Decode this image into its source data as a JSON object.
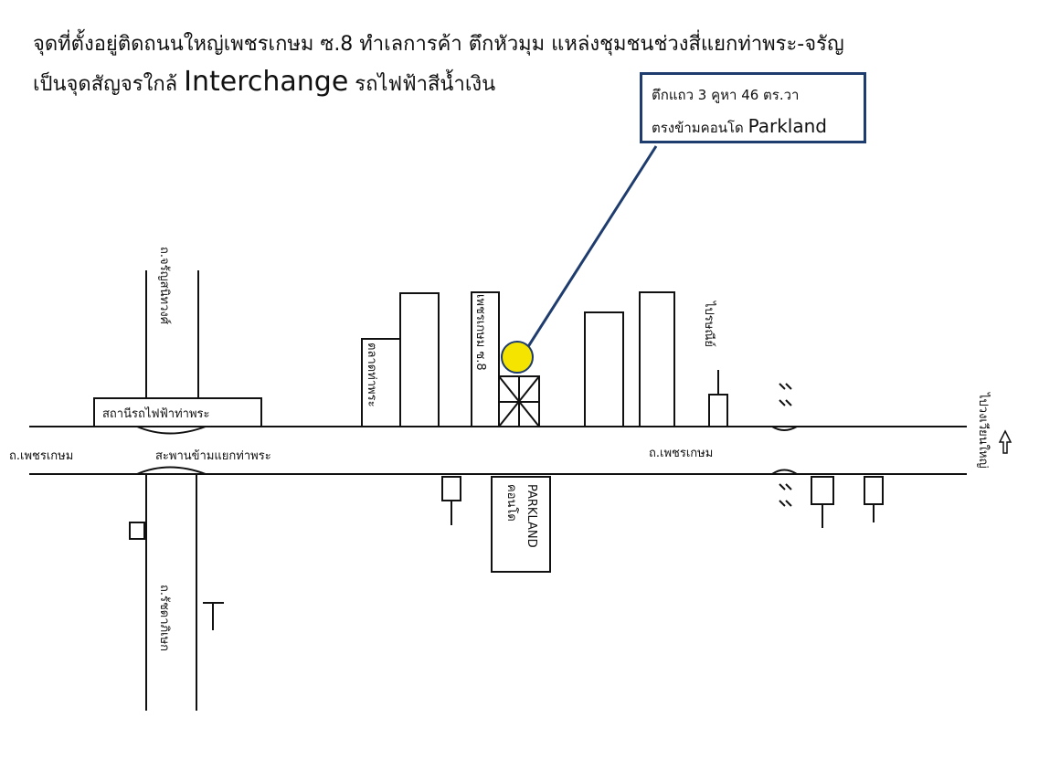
{
  "header": {
    "line1": "จุดที่ตั้งอยู่ติดถนนใหญ่เพชรเกษม ซ.8 ทำเลการค้า ตึกหัวมุม แหล่งชุมชนช่วงสี่แยกท่าพระ-จรัญ",
    "line2_prefix": "เป็นจุดสัญจรใกล้ ",
    "line2_big": "Interchange",
    "line2_suffix": " รถไฟฟ้าสีน้ำเงิน"
  },
  "callout": {
    "line1": "ตึกแถว 3 คูหา 46 ตร.วา",
    "line2_prefix": "ตรงข้ามคอนโด ",
    "line2_big": "Parkland"
  },
  "map_labels": {
    "station": "สถานีรถไฟฟ้าท่าพระ",
    "road_main_left": "ถ.เพชรเกษม",
    "road_main_right": "ถ.เพชรเกษม",
    "bridge": "สะพานข้ามแยกท่าพระ",
    "road_charan": "ถ.จรัญสนิทวงศ์",
    "road_ratchada": "ถ.รัชดาภิเษก",
    "condo_line1": "คอนโด",
    "condo_line2": "PARKLAND",
    "soi8": "เพชรเกษม ซ.8",
    "market": "ตลาดท่าพระ",
    "post_office": "ไปรษณีย์",
    "right_end": "ไปวงเวียนใหญ่"
  },
  "colors": {
    "callout_border": "#1f3c6e",
    "marker_fill": "#f5e400",
    "marker_stroke": "#1f3c6e",
    "ink": "#111111"
  }
}
